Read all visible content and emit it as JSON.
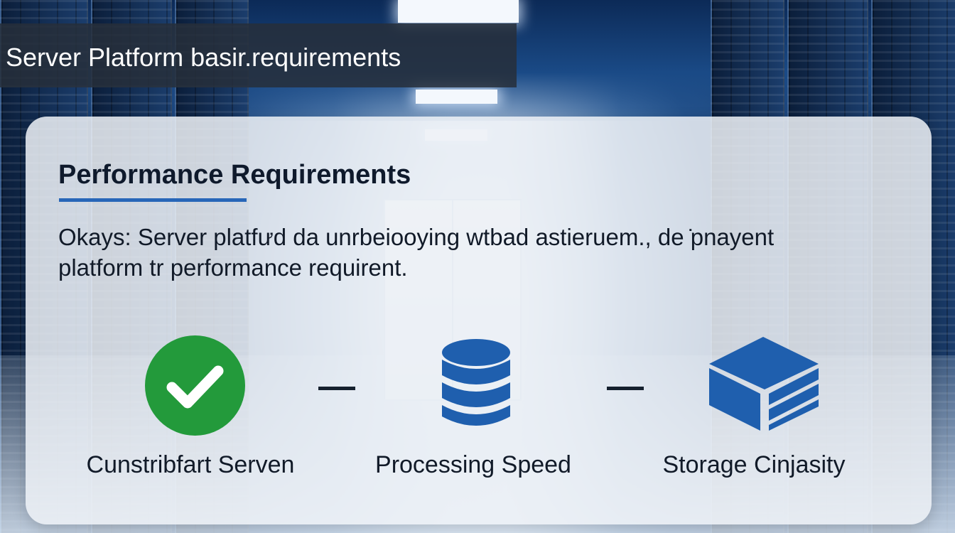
{
  "banner": {
    "title": "Server Platform basir.requirements"
  },
  "card": {
    "heading": "Performance Requirements",
    "description_line1": "Okays: Server platfưd da unrbeiooying wtbad astieruem., de ̇pnayent",
    "description_line2": "platform tr performance requirent."
  },
  "features": [
    {
      "label": "Cunstribfart Serven",
      "icon": "check-circle-icon",
      "color": "#239a3b"
    },
    {
      "label": "Processing Speed",
      "icon": "database-icon",
      "color": "#1f5fae"
    },
    {
      "label": "Storage Cinjasity",
      "icon": "storage-box-icon",
      "color": "#1f5fae"
    }
  ],
  "colors": {
    "accent": "#2766b8",
    "success": "#239a3b",
    "banner_bg": "#262e3a"
  }
}
